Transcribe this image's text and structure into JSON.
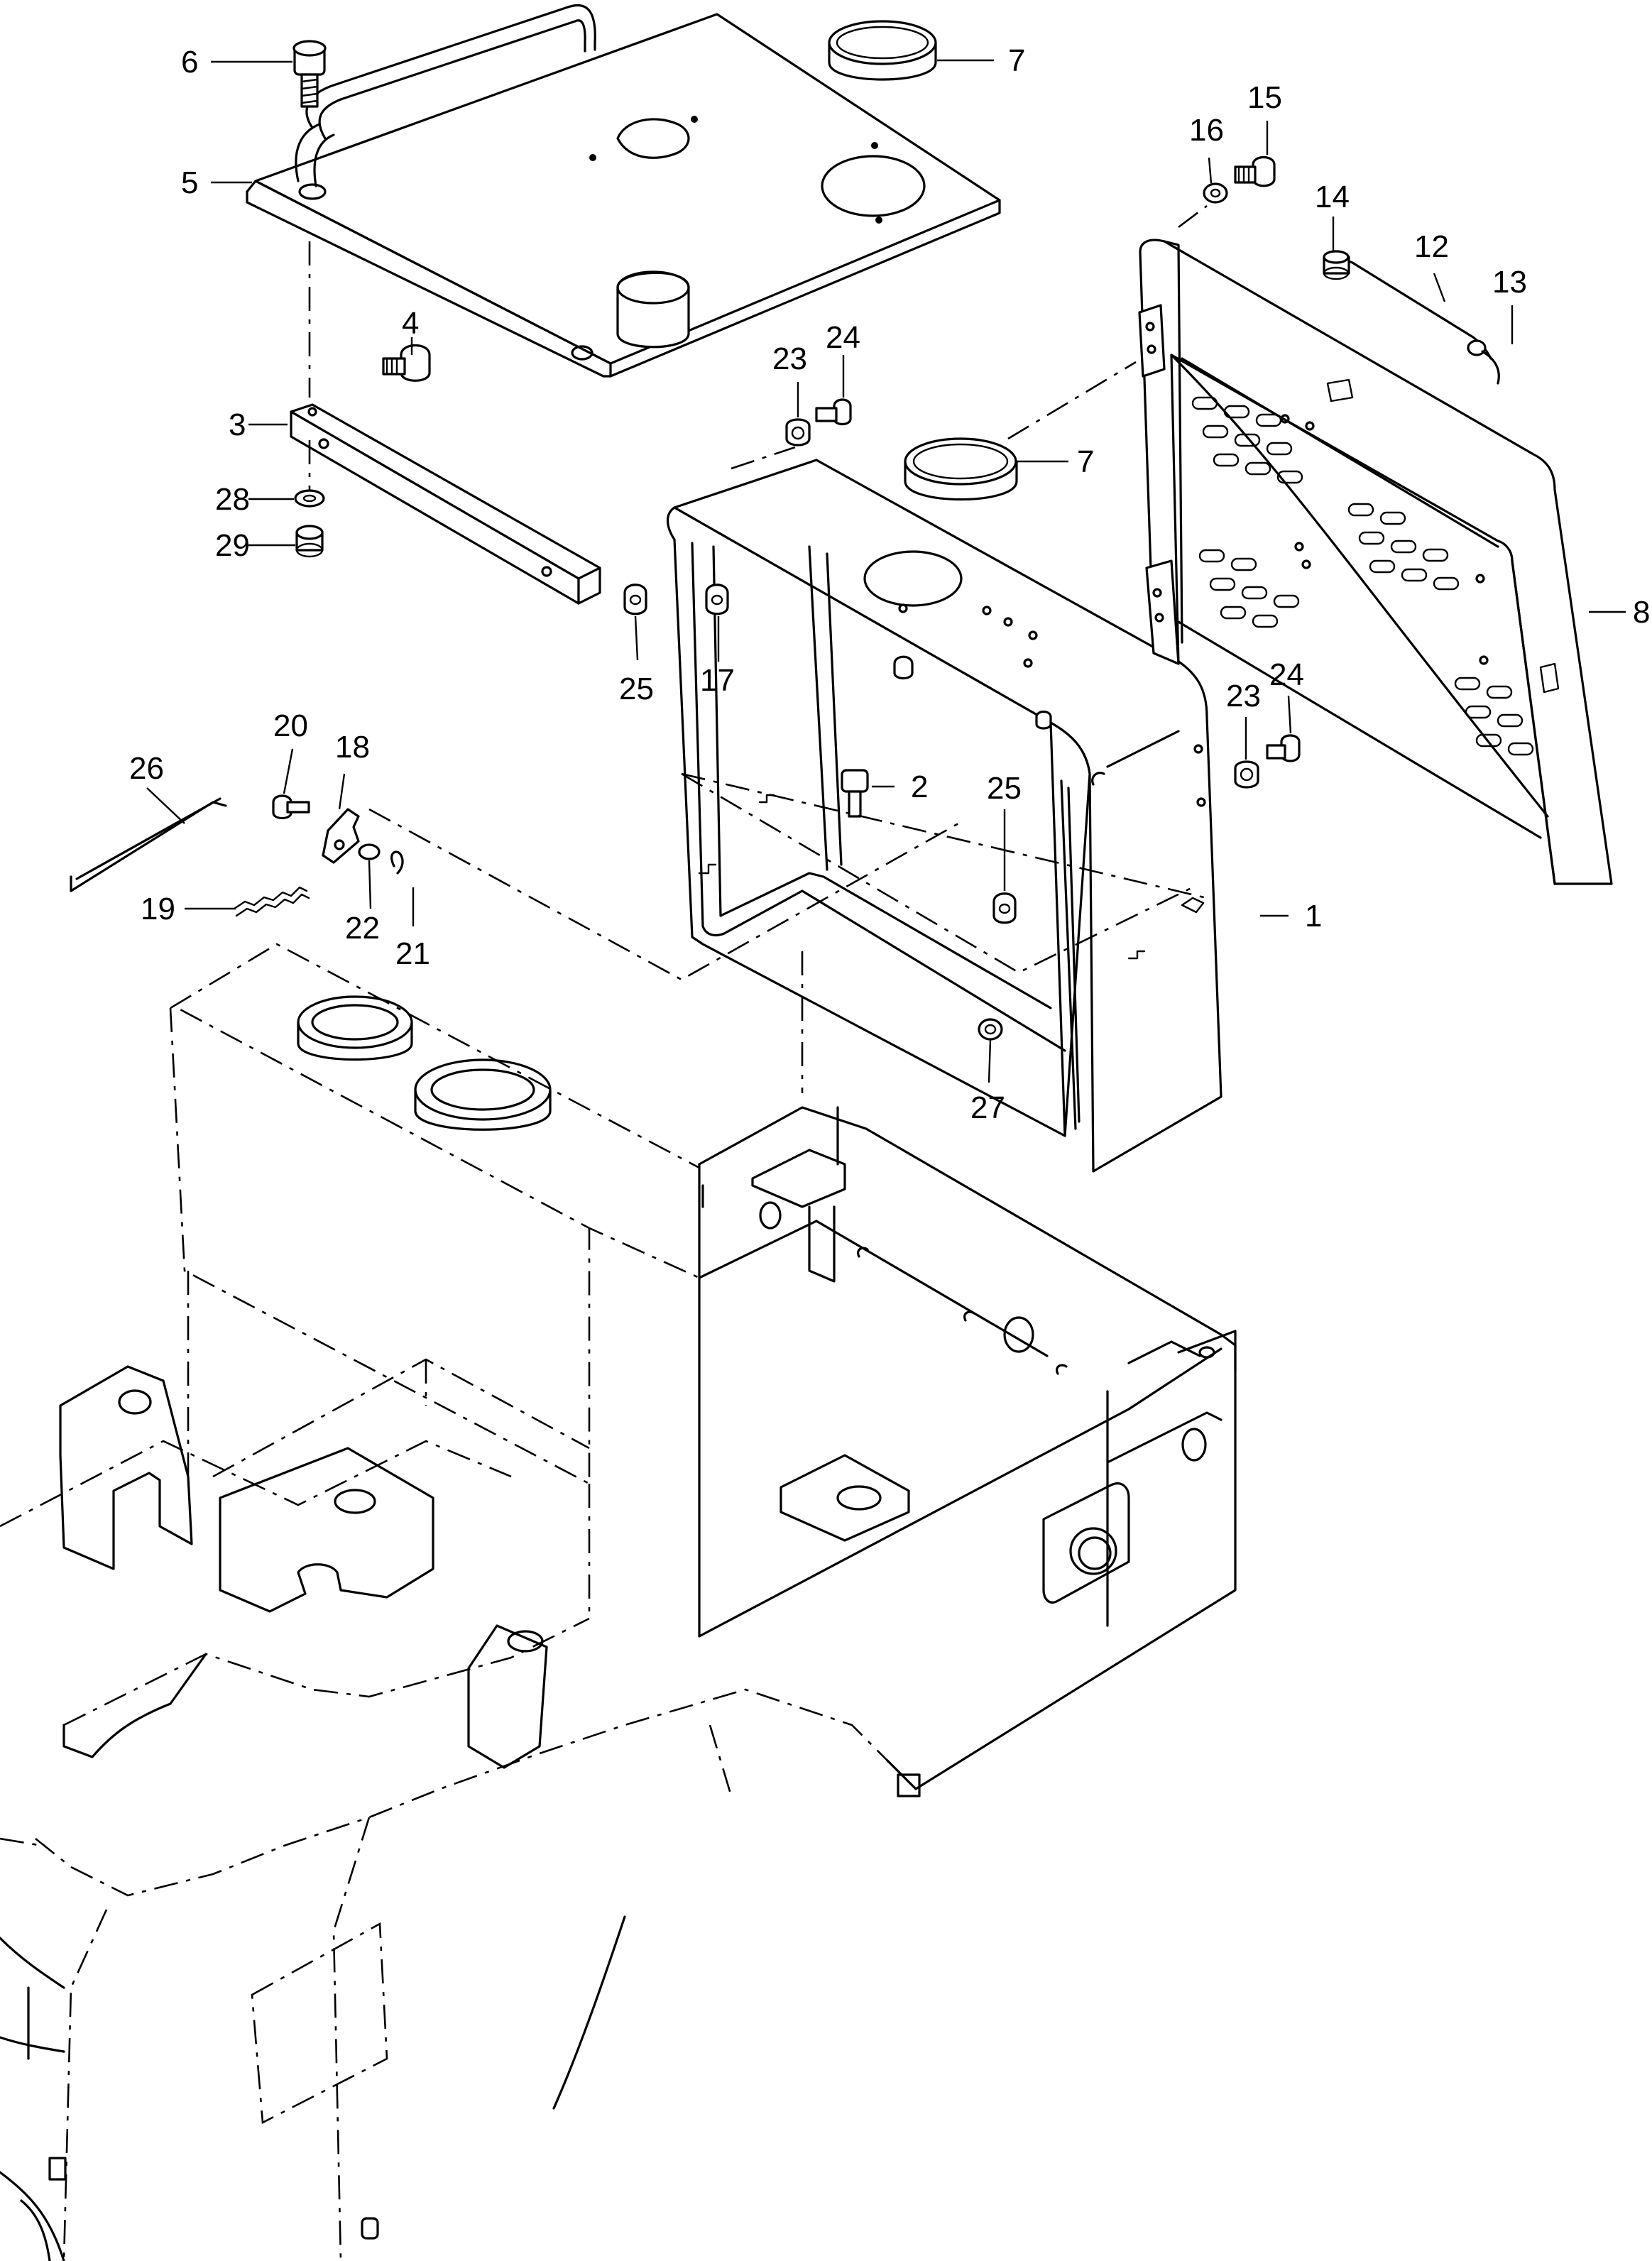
{
  "diagram": {
    "callouts": [
      {
        "id": "c1",
        "label": "1"
      },
      {
        "id": "c2",
        "label": "2"
      },
      {
        "id": "c3",
        "label": "3"
      },
      {
        "id": "c4",
        "label": "4"
      },
      {
        "id": "c5",
        "label": "5"
      },
      {
        "id": "c6",
        "label": "6"
      },
      {
        "id": "c7a",
        "label": "7"
      },
      {
        "id": "c7b",
        "label": "7"
      },
      {
        "id": "c8",
        "label": "8"
      },
      {
        "id": "c12",
        "label": "12"
      },
      {
        "id": "c13",
        "label": "13"
      },
      {
        "id": "c14",
        "label": "14"
      },
      {
        "id": "c15",
        "label": "15"
      },
      {
        "id": "c16",
        "label": "16"
      },
      {
        "id": "c17",
        "label": "17"
      },
      {
        "id": "c18",
        "label": "18"
      },
      {
        "id": "c19",
        "label": "19"
      },
      {
        "id": "c20",
        "label": "20"
      },
      {
        "id": "c21",
        "label": "21"
      },
      {
        "id": "c22",
        "label": "22"
      },
      {
        "id": "c23a",
        "label": "23"
      },
      {
        "id": "c23b",
        "label": "23"
      },
      {
        "id": "c24a",
        "label": "24"
      },
      {
        "id": "c24b",
        "label": "24"
      },
      {
        "id": "c25a",
        "label": "25"
      },
      {
        "id": "c25b",
        "label": "25"
      },
      {
        "id": "c26",
        "label": "26"
      },
      {
        "id": "c27",
        "label": "27"
      },
      {
        "id": "c28",
        "label": "28"
      },
      {
        "id": "c29",
        "label": "29"
      }
    ]
  }
}
